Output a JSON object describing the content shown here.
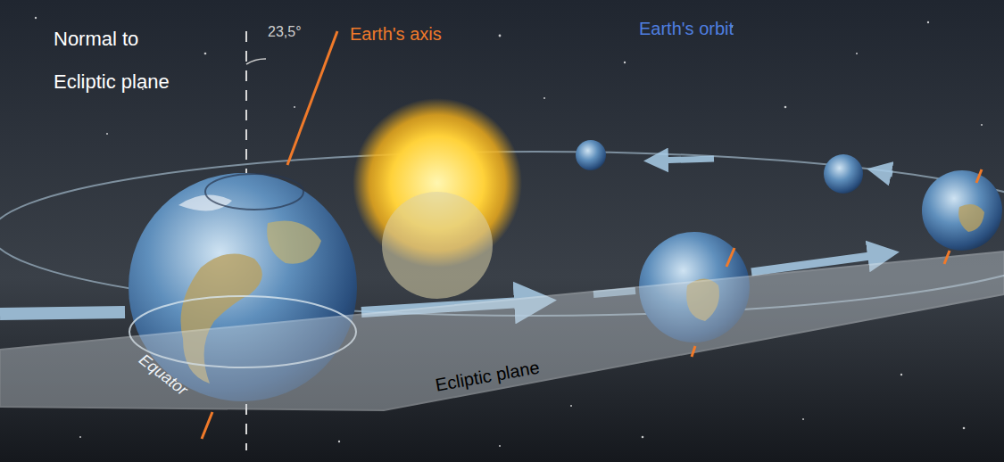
{
  "diagram": {
    "labels": [
      "Normal to Ecliptic plane",
      "23,5°",
      "Earth's axis",
      "Earth's orbit",
      "Equator",
      "Ecliptic plane"
    ]
  }
}
